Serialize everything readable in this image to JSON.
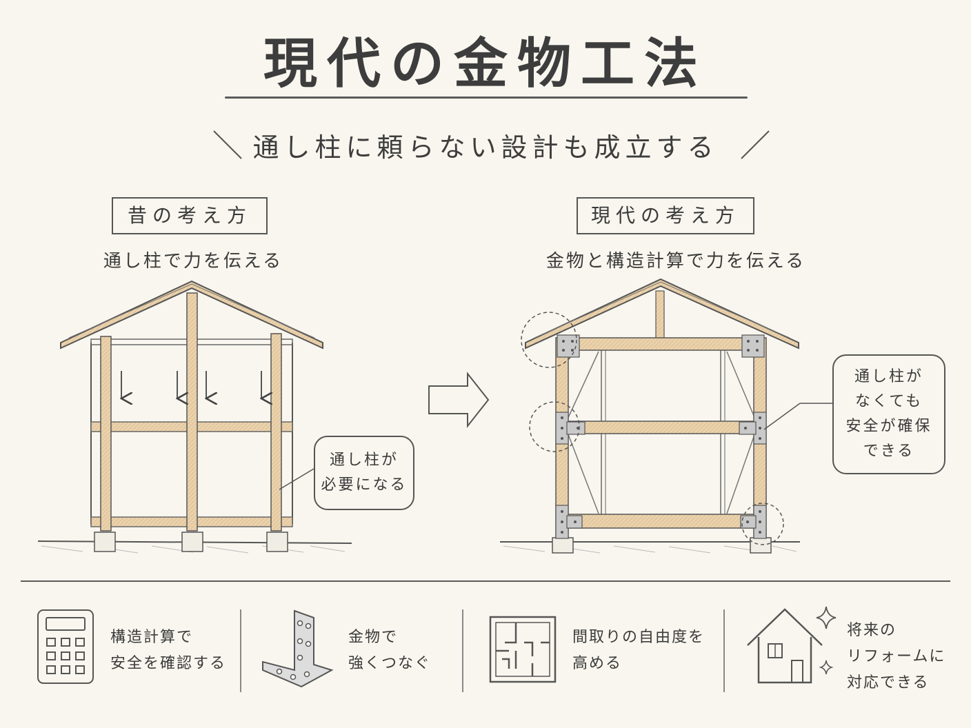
{
  "title": "現代の金物工法",
  "subtitle": "通し柱に頼らない設計も成立する",
  "left_panel": {
    "label": "昔の考え方",
    "caption": "通し柱で力を伝える",
    "bubble_lines": [
      "通し柱が",
      "必要になる"
    ]
  },
  "right_panel": {
    "label": "現代の考え方",
    "caption": "金物と構造計算で力を伝える",
    "bubble_lines": [
      "通し柱が",
      "なくても",
      "安全が確保",
      "できる"
    ]
  },
  "features": [
    {
      "icon": "calculator-icon",
      "lines": [
        "構造計算で",
        "安全を確認する"
      ]
    },
    {
      "icon": "metal-bracket-icon",
      "lines": [
        "金物で",
        "強くつなぐ"
      ]
    },
    {
      "icon": "floor-plan-icon",
      "lines": [
        "間取りの自由度を",
        "高める"
      ]
    },
    {
      "icon": "house-sparkle-icon",
      "lines": [
        "将来の",
        "リフォームに",
        "対応できる"
      ]
    }
  ],
  "colors": {
    "background": "#f8f6ee",
    "wood": "#ead2ad",
    "ink": "#3a3a3a"
  }
}
